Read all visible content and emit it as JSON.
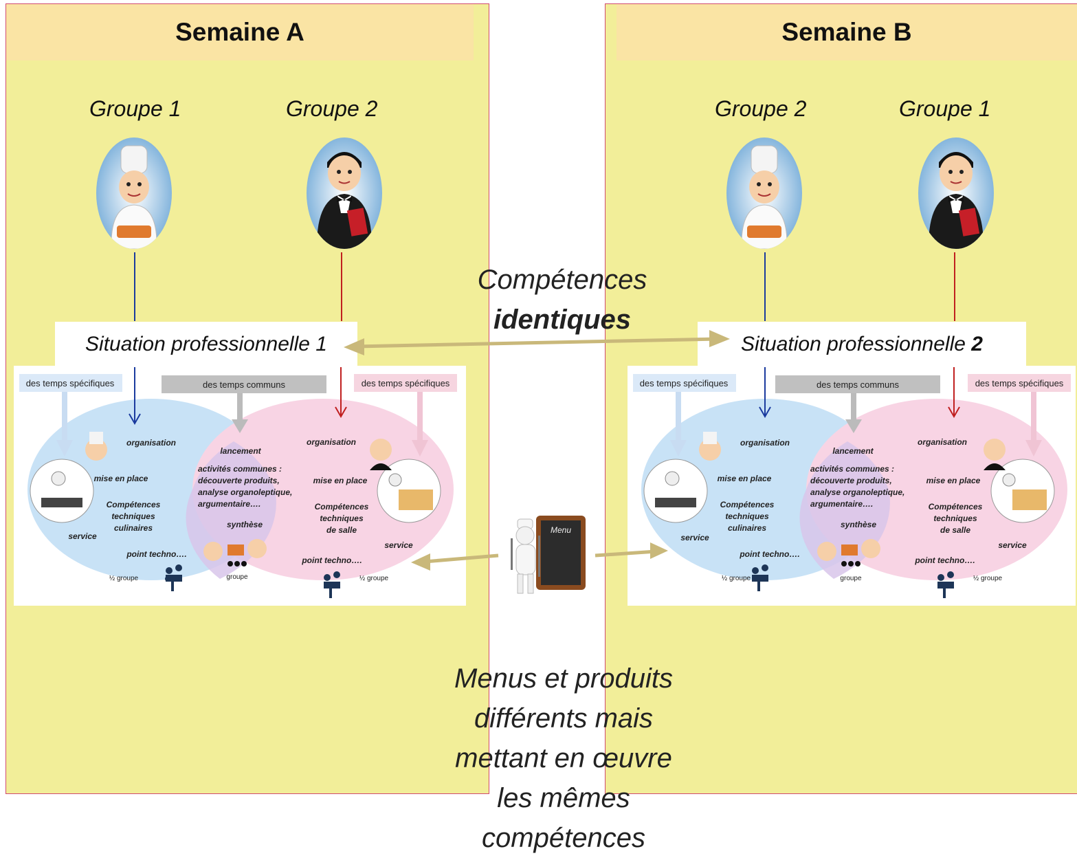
{
  "weeks": [
    {
      "title": "Semaine A",
      "groups": [
        "Groupe 1",
        "Groupe 2"
      ],
      "situation": {
        "text": "Situation professionnelle 1",
        "number": ""
      }
    },
    {
      "title": "Semaine B",
      "groups": [
        "Groupe 2",
        "Groupe 1"
      ],
      "situation": {
        "text": "Situation professionnelle ",
        "number": "2"
      }
    }
  ],
  "competences": {
    "line1": "Compétences",
    "line2": "identiques"
  },
  "menus_text": [
    "Menus et produits",
    "différents mais",
    "mettant en œuvre",
    "les mêmes",
    "compétences"
  ],
  "diagram": {
    "specific_left": "des temps spécifiques",
    "common": "des temps communs",
    "specific_right": "des temps spécifiques",
    "organisation_left": "organisation",
    "mise_en_place_left": "mise  en place",
    "competences_left": [
      "Compétences",
      "techniques",
      "culinaires"
    ],
    "service_left": "service",
    "point_techno_left": "point techno….",
    "half_group_left": "½ groupe",
    "lancement": "lancement",
    "activites": [
      "activités communes :",
      "découverte produits,",
      "analyse organoleptique,",
      "argumentaire…."
    ],
    "synthese": "synthèse",
    "groupe": "groupe",
    "organisation_right": "organisation",
    "mise_en_place_right": "mise  en place",
    "competences_right": [
      "Compétences",
      "techniques",
      "de salle"
    ],
    "service_right": "service",
    "point_techno_right": "point techno….",
    "half_group_right": "½ groupe"
  },
  "menu_board_label": "Menu",
  "colors": {
    "panel": "#f2ee99",
    "header": "#fae4a4",
    "border": "#d04a6e",
    "blue_line": "#1a3a9e",
    "red_line": "#c01f1f",
    "arrow_gold": "#c9b87a",
    "ellipse_blue": "#c8e2f6",
    "ellipse_pink": "#f8d4e4"
  },
  "icons": [
    "chef-icon",
    "waiter-icon",
    "menu-board-icon",
    "meeting-group-icon"
  ]
}
